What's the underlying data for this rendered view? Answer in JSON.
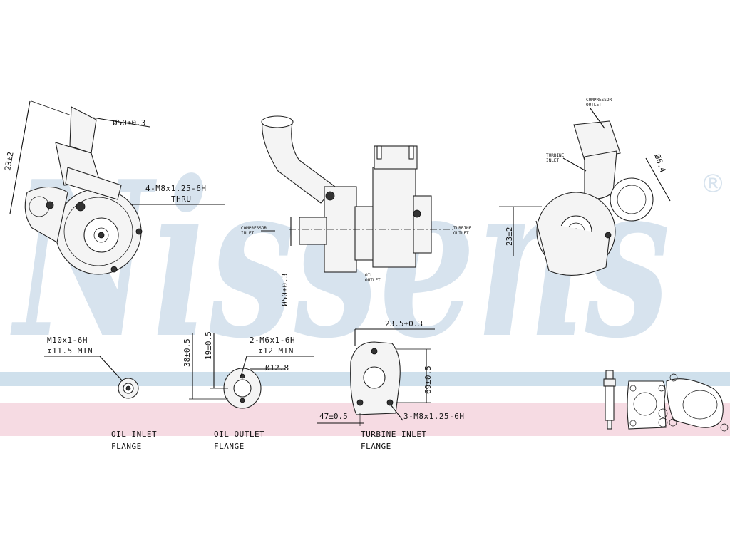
{
  "watermark": {
    "brand": "Nissens",
    "registered_mark": "®",
    "brand_color": "#d7e3ee",
    "band_blue": "#cfe0ec",
    "band_pink": "#f6dbe3"
  },
  "views": {
    "compressor_view": {
      "dim_height": "23±2",
      "dim_outlet": "Ø50±0.3",
      "thread_callout_line1": "4-M8x1.25-6H",
      "thread_callout_line2": "THRU"
    },
    "side_view": {
      "compressor_inlet_label_line1": "COMPRESSOR",
      "compressor_inlet_label_line2": "INLET",
      "turbine_outlet_label_line1": "TURBINE",
      "turbine_outlet_label_line2": "OUTLET",
      "oil_outlet_label_line1": "OIL",
      "oil_outlet_label_line2": "OUTLET",
      "dim_inlet": "Ø50±0.3"
    },
    "turbine_view": {
      "compressor_outlet_label_line1": "COMPRESSOR",
      "compressor_outlet_label_line2": "OUTLET",
      "turbine_inlet_label_line1": "TURBINE",
      "turbine_inlet_label_line2": "INLET",
      "dim_diameter": "Ø6.4",
      "dim_height": "23±2"
    }
  },
  "flanges": {
    "oil_inlet": {
      "callout_line1": "M10x1-6H",
      "callout_line2": "↧11.5 MIN",
      "title_line1": "OIL INLET",
      "title_line2": "FLANGE"
    },
    "oil_outlet": {
      "dim_outer": "38±0.5",
      "dim_inner": "19±0.5",
      "callout_line1": "2-M6x1-6H",
      "callout_line2": "↧12 MIN",
      "dim_bore": "Ø12.8",
      "title_line1": "OIL OUTLET",
      "title_line2": "FLANGE"
    },
    "turbine_inlet": {
      "dim_top": "23.5±0.3",
      "dim_right": "69±0.5",
      "dim_bottom": "47±0.5",
      "callout": "3-M8x1.25-6H",
      "title_line1": "TURBINE INLET",
      "title_line2": "FLANGE"
    }
  }
}
